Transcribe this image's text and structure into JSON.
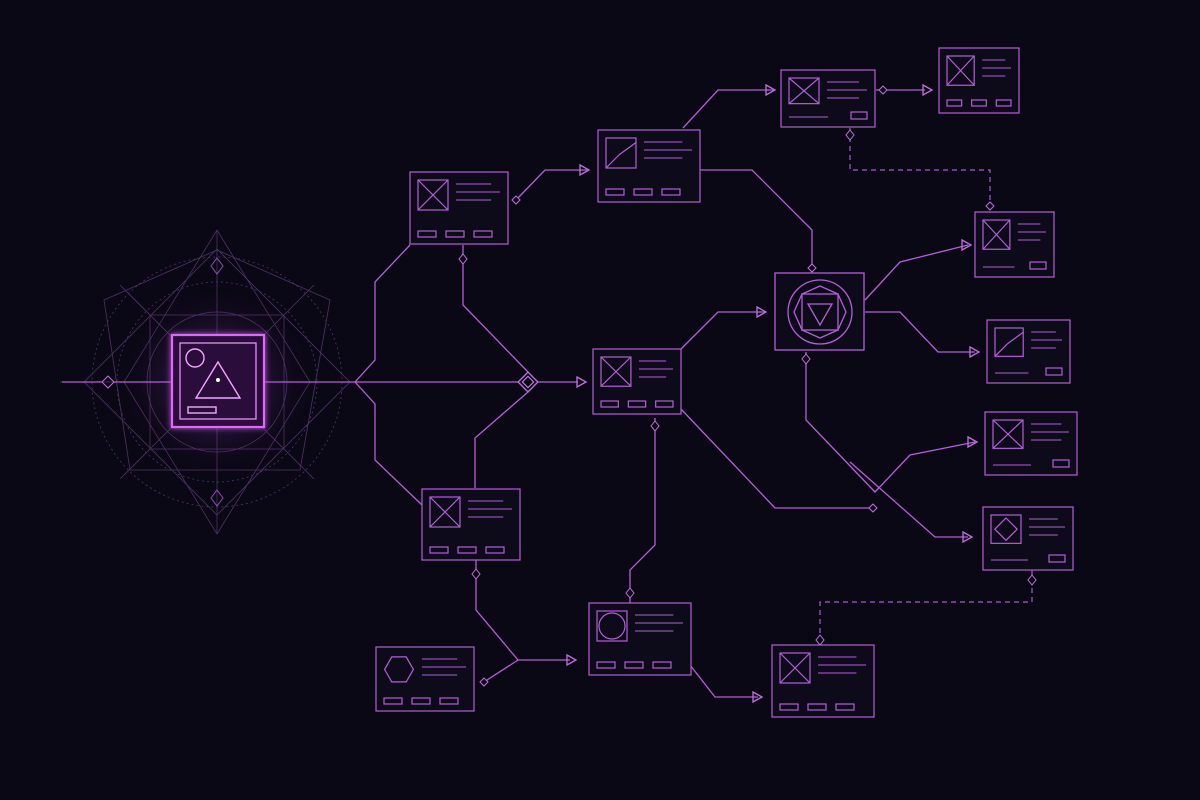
{
  "colors": {
    "background": "#0b0816",
    "stroke": "#b35fd6",
    "stroke_dim": "#6e3d8a",
    "glow": "#e066ff",
    "geometry": "#5a3a72"
  },
  "source_node": {
    "icon": "image-icon"
  },
  "junction_node": {
    "icon": "diamond-junction-icon"
  },
  "hub_node": {
    "icon": "star-polygon-icon"
  },
  "cards": [
    {
      "id": "card-upper-left",
      "icon": "image-placeholder-icon"
    },
    {
      "id": "card-top-middle",
      "icon": "image-chart-icon"
    },
    {
      "id": "card-top-right-a",
      "icon": "image-placeholder-icon"
    },
    {
      "id": "card-top-right-b",
      "icon": "image-placeholder-icon"
    },
    {
      "id": "card-center",
      "icon": "image-placeholder-icon"
    },
    {
      "id": "card-lower-left",
      "icon": "image-placeholder-icon"
    },
    {
      "id": "card-bottom-hexagon",
      "icon": "hexagon-icon"
    },
    {
      "id": "card-bottom-circle",
      "icon": "circle-icon"
    },
    {
      "id": "card-bottom-right",
      "icon": "image-placeholder-icon"
    },
    {
      "id": "card-right-1",
      "icon": "image-placeholder-icon"
    },
    {
      "id": "card-right-2",
      "icon": "image-chart-icon"
    },
    {
      "id": "card-right-3",
      "icon": "image-placeholder-icon"
    },
    {
      "id": "card-right-4",
      "icon": "diamond-icon"
    }
  ]
}
